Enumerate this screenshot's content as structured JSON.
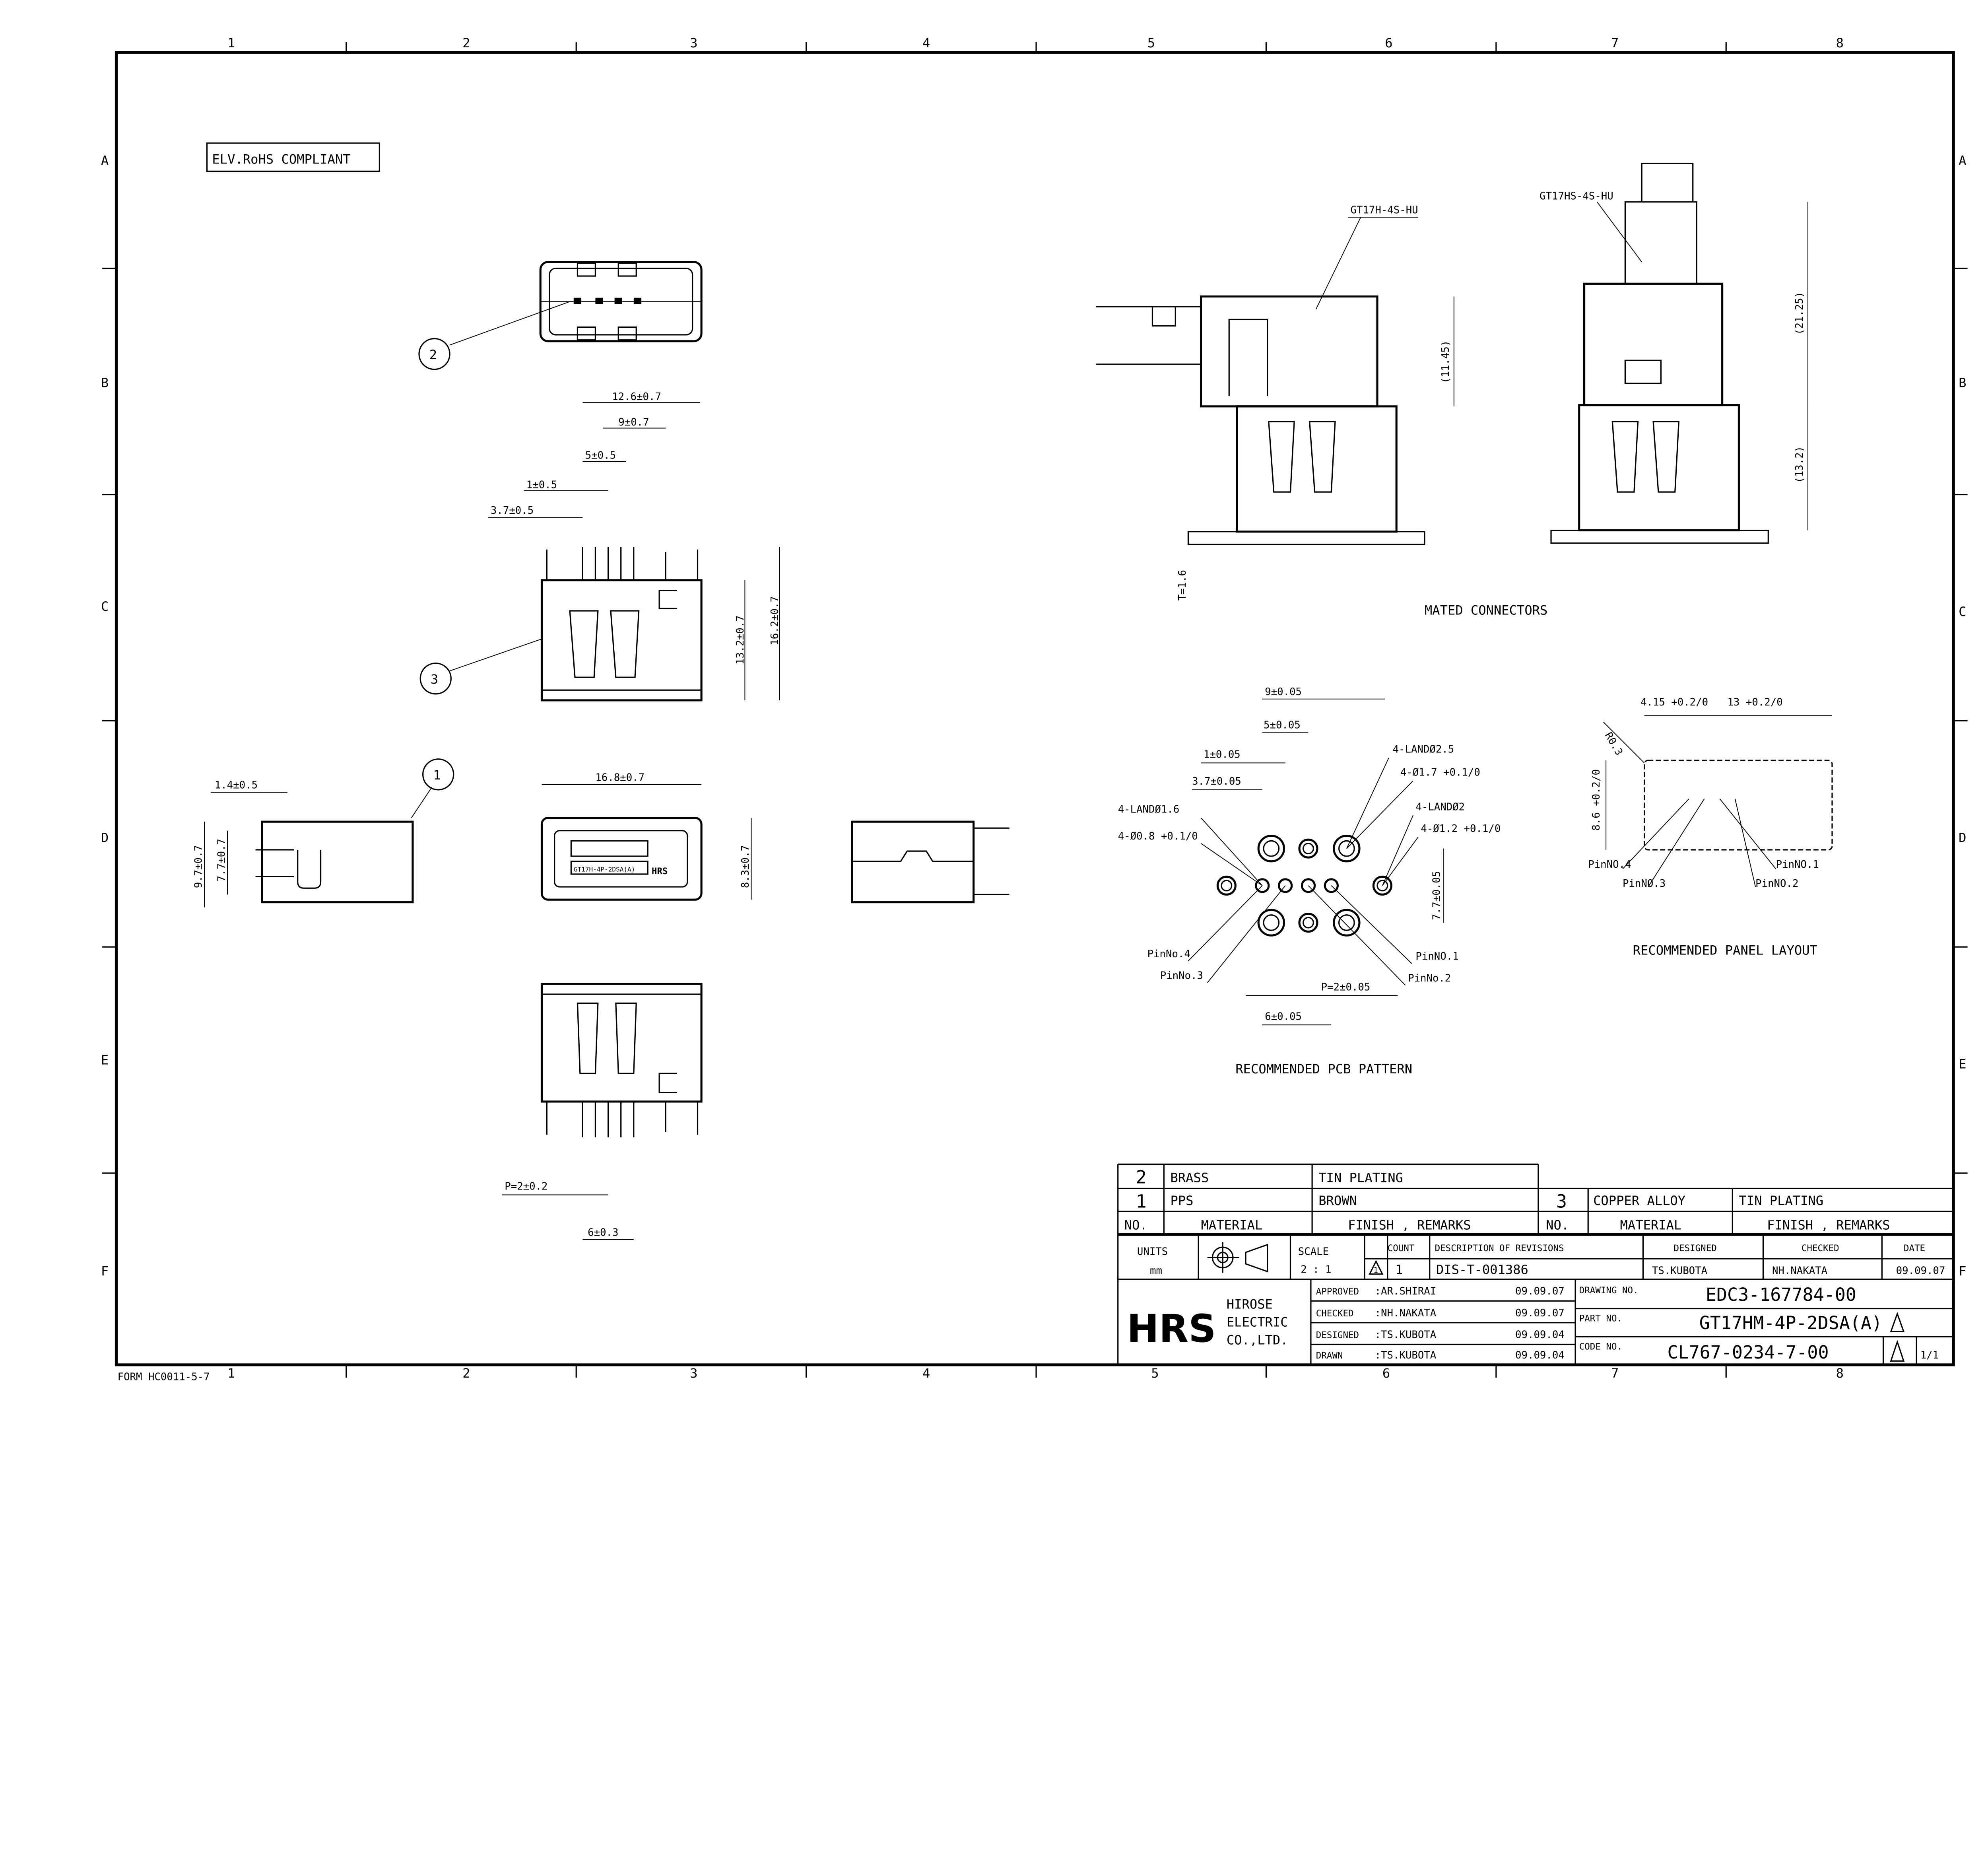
{
  "frame": {
    "columns": [
      "1",
      "2",
      "3",
      "4",
      "5",
      "6",
      "7",
      "8"
    ],
    "rows": [
      "A",
      "B",
      "C",
      "D",
      "E",
      "F"
    ],
    "form_no": "FORM HC0011-5-7"
  },
  "compliance": "ELV.RoHS COMPLIANT",
  "top_view": {
    "balloon": "2"
  },
  "side_view": {
    "balloon": "3",
    "dims": [
      "12.6±0.7",
      "9±0.7",
      "5±0.5",
      "1±0.5",
      "3.7±0.5",
      "13.2±0.7",
      "16.2±0.7"
    ]
  },
  "left_view": {
    "balloon": "1",
    "dims": [
      "1.4±0.5",
      "9.7±0.7",
      "7.7±0.7"
    ]
  },
  "front_view": {
    "dims": [
      "16.8±0.7",
      "8.3±0.7"
    ],
    "marking": "GT17H-4P-2DSA(A)",
    "logo": "HRS"
  },
  "bottom_view": {
    "dims": [
      "P=2±0.2",
      "6±0.3"
    ]
  },
  "mated": {
    "title": "MATED CONNECTORS",
    "plug_label_1": "GT17H-4S-HU",
    "plug_label_2": "GT17HS-4S-HU",
    "dims": [
      "(11.45)",
      "T=1.6",
      "(21.25)",
      "(13.2)"
    ]
  },
  "pcb": {
    "title": "RECOMMENDED PCB PATTERN",
    "dims": [
      "9±0.05",
      "5±0.05",
      "1±0.05",
      "3.7±0.05",
      "7.7±0.05",
      "P=2±0.05",
      "6±0.05"
    ],
    "callouts": [
      "4-LANDØ2.5",
      "4-Ø1.7 +0.1/0",
      "4-LANDØ2",
      "4-Ø1.2 +0.1/0",
      "4-LANDØ1.6",
      "4-Ø0.8 +0.1/0"
    ],
    "pins": [
      "PinNo.4",
      "PinNo.3",
      "PinNO.1",
      "PinNo.2"
    ]
  },
  "panel": {
    "title": "RECOMMENDED PANEL LAYOUT",
    "dims": [
      "4.15 +0.2/0",
      "13 +0.2/0",
      "8.6 +0.2/0",
      "R0.3"
    ],
    "pins": [
      "PinNO.4",
      "PinNO.3",
      "PinNO.1",
      "PinNO.2"
    ]
  },
  "materials": {
    "rows": [
      {
        "no": "2",
        "material": "BRASS",
        "finish": "TIN PLATING"
      },
      {
        "no": "1",
        "material": "PPS",
        "finish": "BROWN"
      },
      {
        "no": "3",
        "material": "COPPER ALLOY",
        "finish": "TIN PLATING"
      }
    ],
    "headers": {
      "no": "NO.",
      "material": "MATERIAL",
      "finish": "FINISH , REMARKS"
    }
  },
  "title_block": {
    "units_label": "UNITS",
    "units": "mm",
    "scale_label": "SCALE",
    "scale": "2 : 1",
    "rev_headers": [
      "COUNT",
      "DESCRIPTION OF REVISIONS",
      "DESIGNED",
      "CHECKED",
      "DATE"
    ],
    "revision": {
      "mark": "1",
      "count": "1",
      "description": "DIS-T-001386",
      "designed": "TS.KUBOTA",
      "checked": "NH.NAKATA",
      "date": "09.09.07"
    },
    "company": [
      "HIROSE",
      "ELECTRIC",
      "CO.,LTD."
    ],
    "logo": "HRS",
    "signoffs": [
      {
        "role": "APPROVED",
        "name": ":AR.SHIRAI",
        "date": "09.09.07"
      },
      {
        "role": "CHECKED",
        "name": ":NH.NAKATA",
        "date": "09.09.07"
      },
      {
        "role": "DESIGNED",
        "name": ":TS.KUBOTA",
        "date": "09.09.04"
      },
      {
        "role": "DRAWN",
        "name": ":TS.KUBOTA",
        "date": "09.09.04"
      }
    ],
    "drawing_no_label": "DRAWING NO.",
    "drawing_no": "EDC3-167784-00",
    "part_no_label": "PART NO.",
    "part_no": "GT17HM-4P-2DSA(A)",
    "code_no_label": "CODE NO.",
    "code_no": "CL767-0234-7-00",
    "sheet": "1/1"
  }
}
